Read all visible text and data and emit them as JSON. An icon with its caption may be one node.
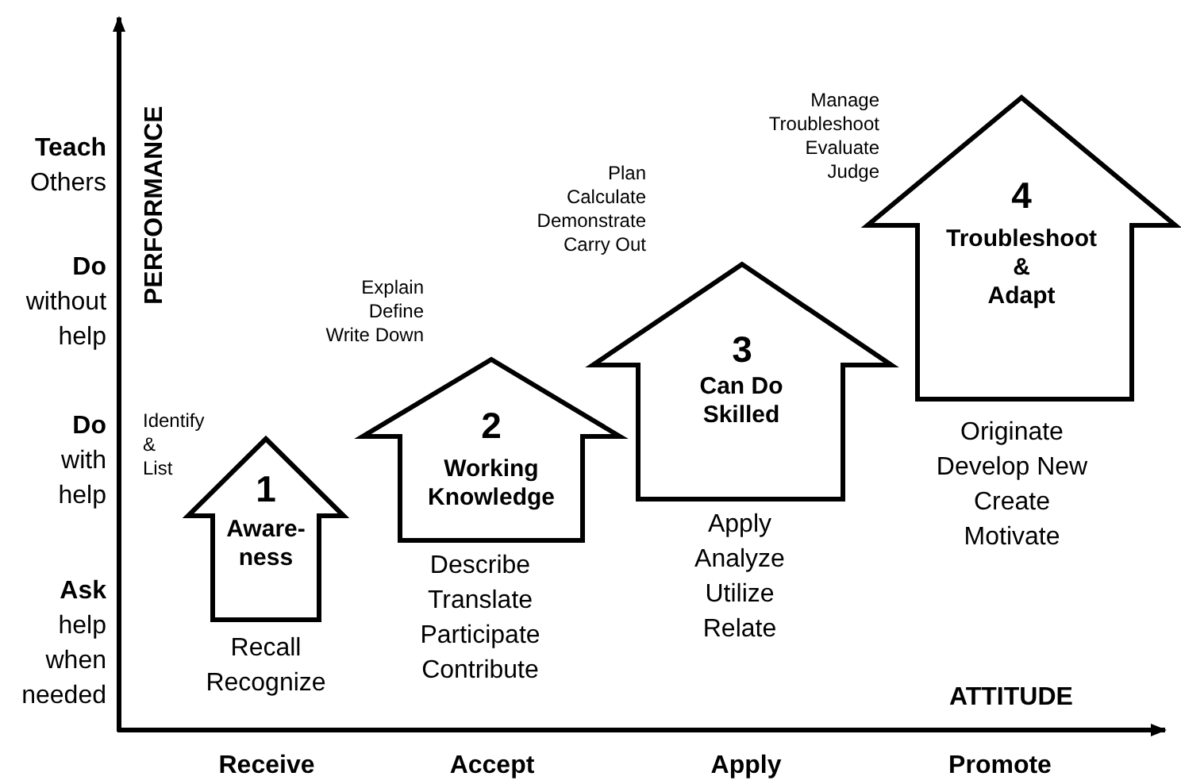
{
  "diagram": {
    "nodes": [
      {
        "text": [
          "1",
          "Aware-ness"
        ],
        "beside": [
          "Identify & List",
          "Recall Recognize"
        ]
      },
      {
        "text": [
          "2",
          "Working Knowledge"
        ],
        "beside": [
          "Explain Define Write Down",
          "Describe Translate Participate Contribute"
        ]
      },
      {
        "text": [
          "3",
          "Can Do Skilled"
        ],
        "beside": [
          "Plan Calculate Demonstrate Carry Out",
          "Apply Analyze Utilize Relate"
        ]
      },
      {
        "text": [
          "4",
          "Troubleshoot & Adapt"
        ],
        "beside": [
          "Manage Troubleshoot Evaluate Judge",
          "Originate Develop New Create Motivate"
        ]
      }
    ],
    "edges": [],
    "labels": [
      "PERFORMANCE",
      "**Teach** Others",
      "**Do** without help",
      "**Do** with help",
      "**Ask** help when needed",
      "ATTITUDE",
      "Receive",
      "Accept",
      "Apply",
      "Promote"
    ]
  }
}
